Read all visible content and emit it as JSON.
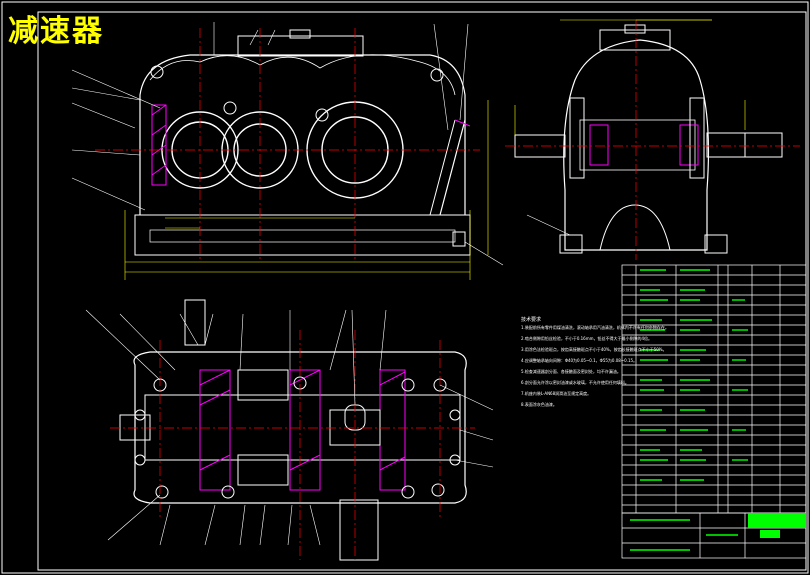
{
  "drawing": {
    "title": "减速器",
    "tech_notes_title": "技术要求",
    "tech_notes": [
      "1.装配前所有零件用煤油清洗，滚动轴承用汽油清洗，机体内不许有任何杂物存在。",
      "2.啮合侧隙用铅丝检验，不小于0.16mm，铅丝不得大于最小侧隙的4倍。",
      "3.用涂色法检验斑点，按齿高接触斑点不小于40%，按齿长接触斑点不小于50%。",
      "4.应调整轴承轴向间隙：Φ40为0.05~0.1，Φ55为0.08~0.15。",
      "5.检查减速器剖分面、各接触面及密封处，均不许漏油。",
      "6.剖分面允许涂以密封油漆或水玻璃，不允许使用任何填料。",
      "7.机座内装L-AN68润滑油至规定高度。",
      "8.表面涂灰色油漆。"
    ],
    "colors": {
      "background": "#000000",
      "outline": "#ffffff",
      "centerline": "#ff0000",
      "dimension": "#ffff00",
      "hatch": "#ff00ff",
      "frame": "#ffffff",
      "table_text": "#00ff00"
    }
  }
}
